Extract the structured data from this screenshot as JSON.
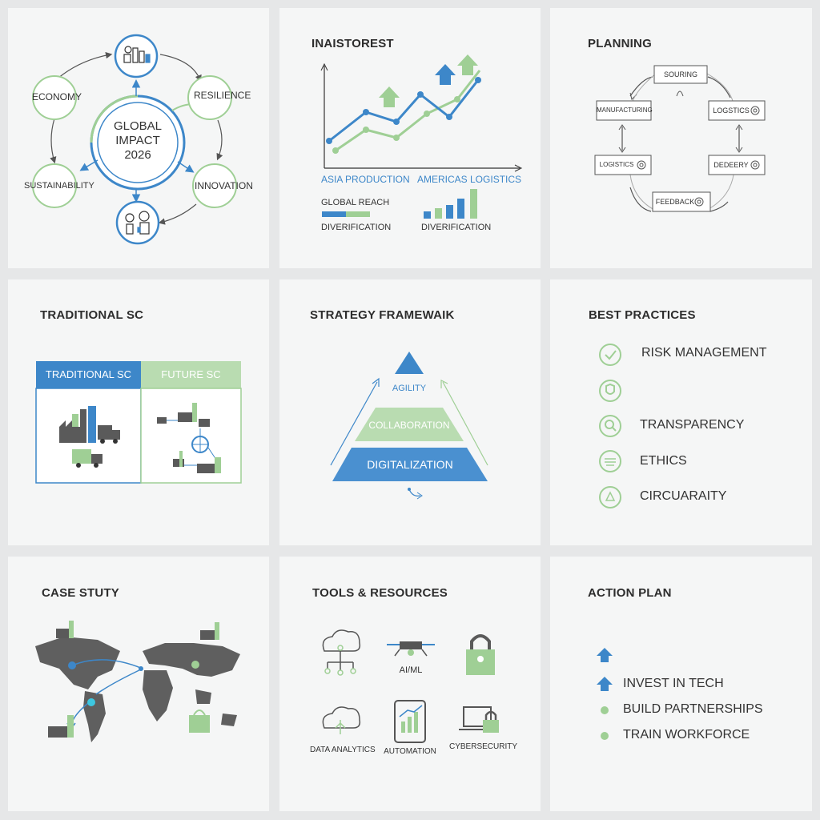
{
  "hub": {
    "center": [
      "GLOBAL",
      "IMPACT",
      "2026"
    ],
    "nodes": {
      "economy": "ECONOMY",
      "resilience": "RESILIENCE",
      "sustainability": "SUSTAINABILITY",
      "innovation": "INNOVATION"
    }
  },
  "investment": {
    "title": "INAISTOREST",
    "legend": {
      "asia": "ASIA PRODUCTION",
      "americas": "AMERICAS LOGISTICS"
    },
    "reach": "GLOBAL REACH",
    "div_left": "DIVERIFICATION",
    "div_right": "DIVERIFICATION"
  },
  "planning": {
    "title": "PLANNING",
    "boxes": {
      "sourcing": "SOURING",
      "manufacturing": "MANUFACTURING",
      "logistics_right": "LOGSTICS",
      "logistics_left": "LOGISTICS",
      "delivery": "DEDEERY",
      "feedback": "FEEDBACK"
    }
  },
  "traditional": {
    "title": "TRADITIONAL SC",
    "header_left": "TRADITIONAL SC",
    "header_right": "FUTURE SC"
  },
  "strategy": {
    "title": "STRATEGY FRAMEWAIK",
    "levels": {
      "top": "AGILITY",
      "mid": "COLLABORATION",
      "bottom": "DIGITALIZATION"
    }
  },
  "best_practices": {
    "title": "BEST PRACTICES",
    "items": [
      "RISK MANAGEMENT",
      "",
      "TRANSPARENCY",
      "ETHICS",
      "CIRCUARAITY"
    ]
  },
  "case_study": {
    "title": "CASE STUTY"
  },
  "tools": {
    "title": "TOOLS & RESOURCES",
    "items": [
      "AI/ML",
      "DATA ANALYTICS",
      "AUTOMATION",
      "CYBERSECURITY"
    ]
  },
  "action": {
    "title": "ACTION PLAN",
    "items": [
      "INVEST IN TECH",
      "BUILD PARTNERSHIPS",
      "TRAIN WORKFORCE"
    ]
  },
  "colors": {
    "blue": "#3d87c9",
    "green": "#9fcf95",
    "gray": "#5a5a5a"
  }
}
